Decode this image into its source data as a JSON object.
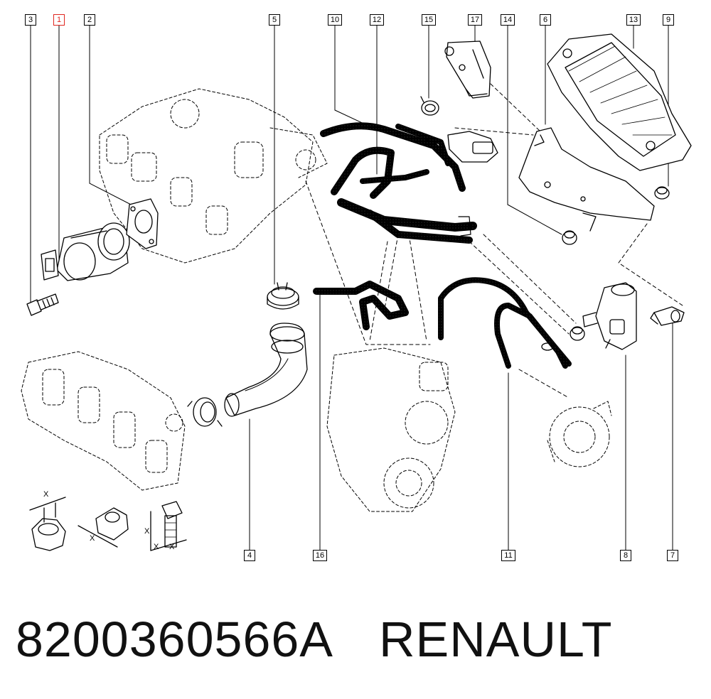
{
  "callouts": [
    {
      "id": "3",
      "label": "3"
    },
    {
      "id": "1",
      "label": "1",
      "highlight": true
    },
    {
      "id": "2",
      "label": "2"
    },
    {
      "id": "5",
      "label": "5"
    },
    {
      "id": "10",
      "label": "10"
    },
    {
      "id": "12",
      "label": "12"
    },
    {
      "id": "15",
      "label": "15"
    },
    {
      "id": "17",
      "label": "17"
    },
    {
      "id": "14",
      "label": "14"
    },
    {
      "id": "6",
      "label": "6"
    },
    {
      "id": "13",
      "label": "13"
    },
    {
      "id": "9",
      "label": "9"
    },
    {
      "id": "4",
      "label": "4"
    },
    {
      "id": "16",
      "label": "16"
    },
    {
      "id": "11",
      "label": "11"
    },
    {
      "id": "8",
      "label": "8"
    },
    {
      "id": "7",
      "label": "7"
    }
  ],
  "torque_marks": [
    "X",
    "X",
    "X",
    "X",
    "X"
  ],
  "caption": {
    "part_number": "8200360566A",
    "brand": "RENAULT"
  },
  "colors": {
    "highlight": "#e0261f",
    "line": "#000000"
  }
}
